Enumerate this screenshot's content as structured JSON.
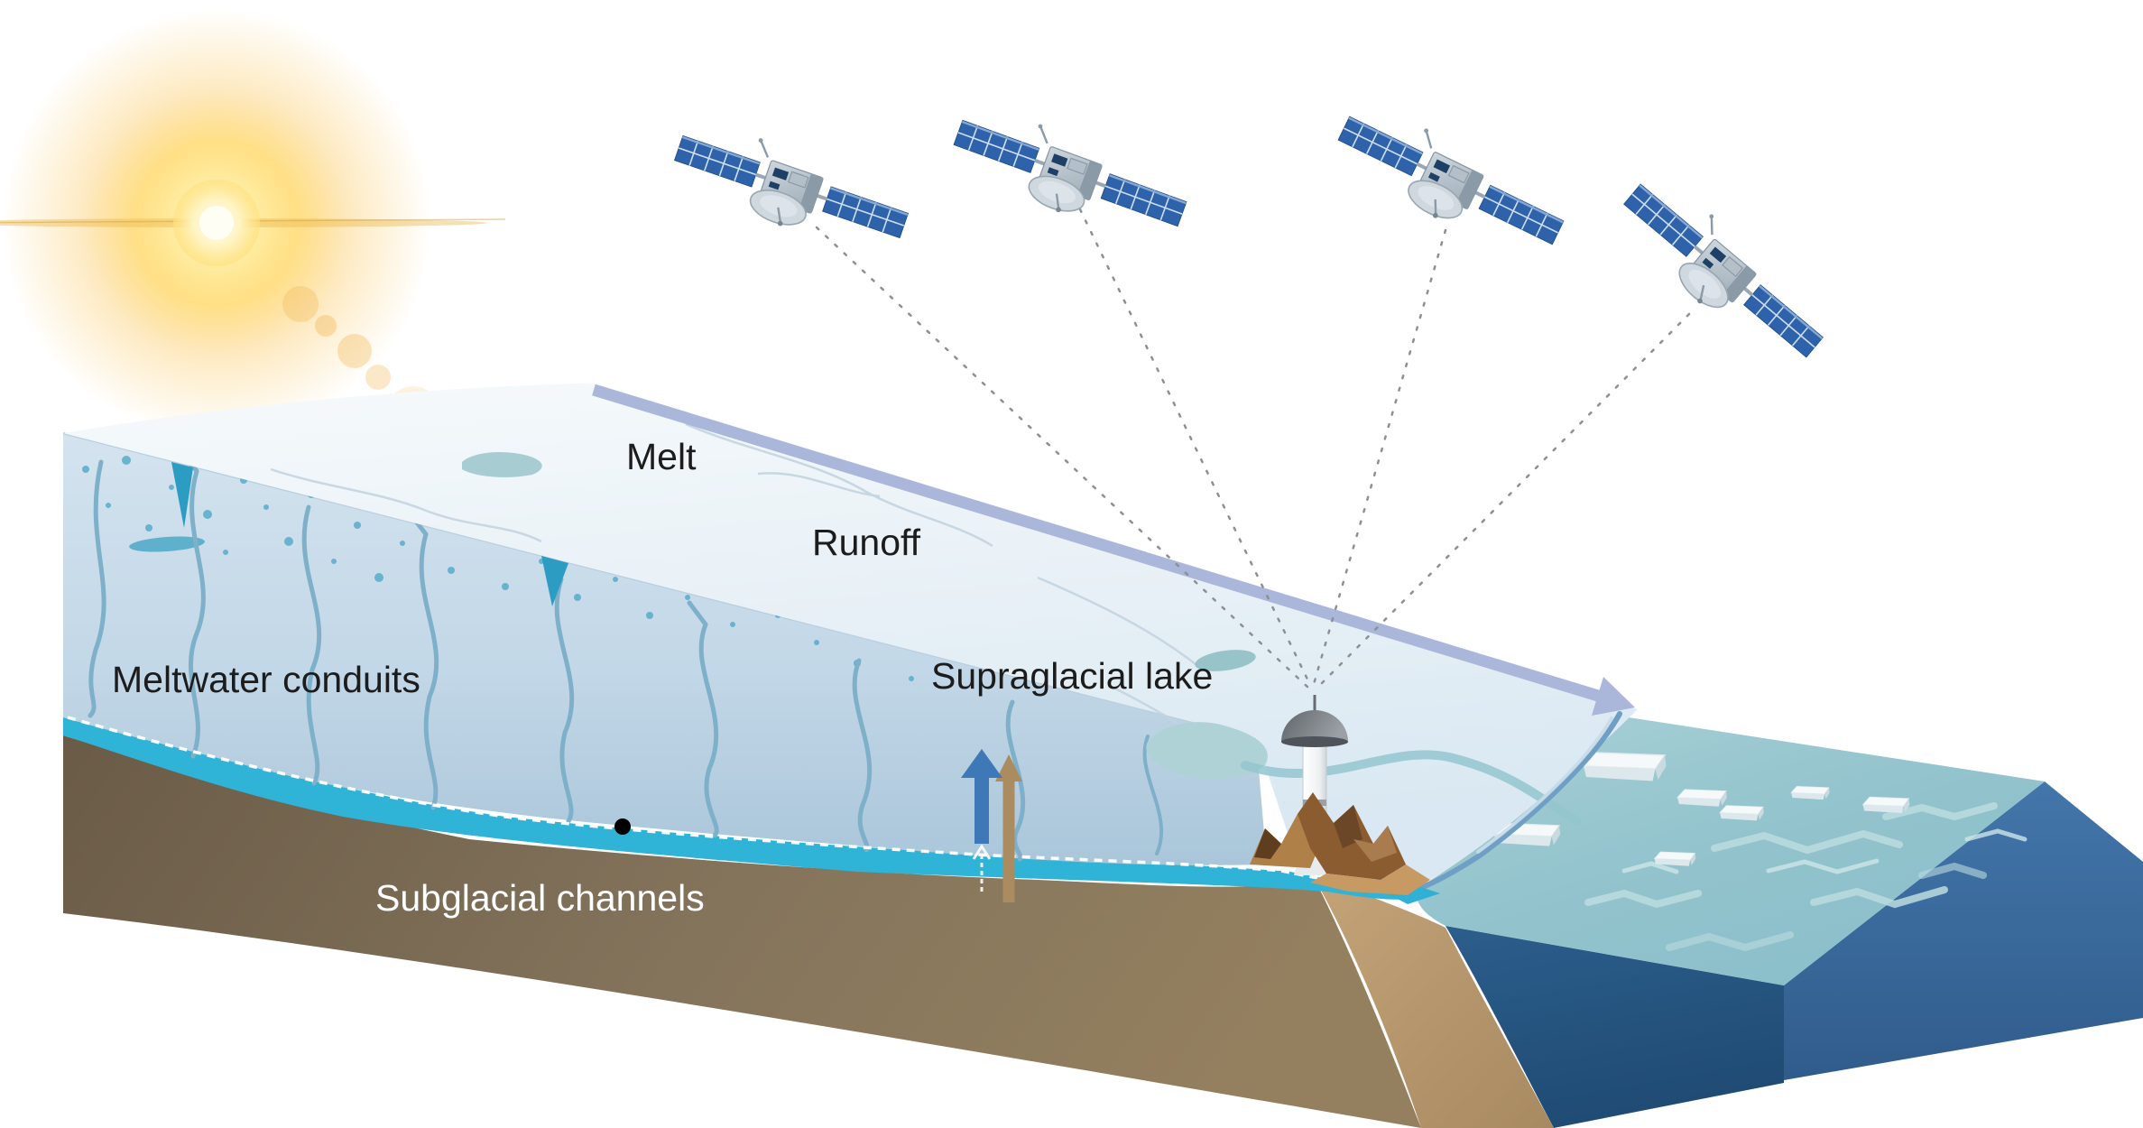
{
  "figure": {
    "kind": "glacier-hydrology-gnss-schematic",
    "background": "#ffffff"
  },
  "labels": {
    "melt": "Melt",
    "runoff": "Runoff",
    "meltwater_conduits": "Meltwater conduits",
    "supraglacial_lake": "Supraglacial lake",
    "subglacial_channels": "Subglacial channels"
  },
  "elements": {
    "satellites": {
      "count": 4,
      "icon": "satellite-icon",
      "panel_color": "#2e63ac"
    },
    "signal_lines": {
      "style": "dotted",
      "color": "#8b9095",
      "converge_on": "gnss-station"
    },
    "sun": {
      "icon": "sun-icon",
      "core_color": "#fff8dc",
      "glow_color": "#ffd65e"
    },
    "gnss_station": {
      "icon": "gnss-station-icon",
      "dome_color": "#6a7076",
      "pole_color": "#ffffff"
    },
    "subglacial_point": {
      "icon": "black-dot",
      "color": "#000000"
    },
    "runoff_arrow": {
      "icon": "runoff-arrow-icon",
      "color": "#aab6da"
    },
    "uplift_arrows": {
      "blue": "#3f78b6",
      "tan": "#ab8c60",
      "dashed": "#ffffff"
    }
  },
  "colors": {
    "ice_front_top": "#cfe0ed",
    "ice_front_bottom": "#aac6da",
    "ice_surface_back": "#f4f8fb",
    "ice_surface_front": "#d9e8f2",
    "meltwater_cyan": "#2fb3d7",
    "conduit_blue": "#7fb0c9",
    "crevasse_blue": "#2d9cc2",
    "bedrock_dark": "#6a5b47",
    "bedrock_mid": "#8a7860",
    "bedrock_tan": "#bd9d74",
    "ocean_surface": "#97c6cf",
    "ocean_front": "#27567f",
    "ocean_side": "#3b6fa1",
    "iceberg_white": "#f5f9fa",
    "label_dark": "#1c1c1c",
    "label_light": "#ffffff"
  }
}
